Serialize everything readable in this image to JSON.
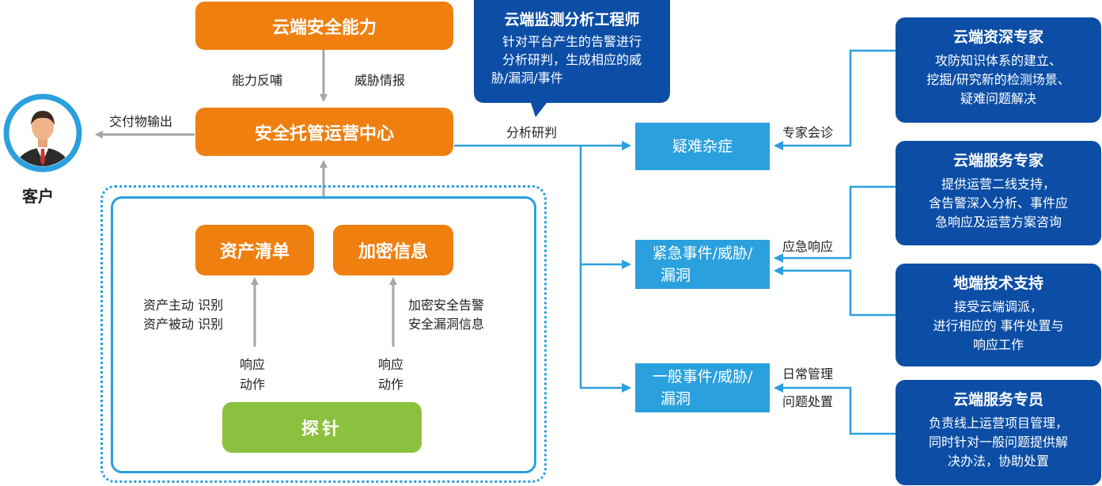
{
  "customer": {
    "label": "客户"
  },
  "top": {
    "capability": "云端安全能力",
    "soc": "安全托管运营中心",
    "feedback": "能力反哺",
    "intel": "威胁情报",
    "delivery": "交付物输出",
    "analysis": "分析研判"
  },
  "probe_area": {
    "asset_list": "资产清单",
    "crypto_info": "加密信息",
    "probe": "探针",
    "asset_id_1": "资产主动 识别",
    "asset_id_2": "资产被动 识别",
    "crypto_1": "加密安全告警",
    "crypto_2": "安全漏洞信息",
    "response_1": "响应",
    "response_2": "动作"
  },
  "engineer": {
    "title": "云端监测分析工程师",
    "desc": [
      "针对平台产生的告警进行",
      "分析研判，生成相应的威",
      "胁/漏洞/事件"
    ]
  },
  "categories": {
    "difficult": "疑难杂症",
    "emergency": [
      "紧急事件/威胁/",
      "漏洞"
    ],
    "general": [
      "一般事件/威胁/",
      "漏洞"
    ]
  },
  "routes": {
    "expert": "专家会诊",
    "emergency": "应急响应",
    "daily": "日常管理",
    "issue": "问题处置"
  },
  "roles": [
    {
      "title": "云端资深专家",
      "desc": [
        "攻防知识体系的建立、",
        "挖掘/研究新的检测场景、",
        "疑难问题解决"
      ]
    },
    {
      "title": "云端服务专家",
      "desc": [
        "提供运营二线支持，",
        "含告警深入分析、事件应",
        "急响应及运营方案咨询"
      ]
    },
    {
      "title": "地端技术支持",
      "desc": [
        "接受云端调派，",
        "进行相应的 事件处置与",
        "响应工作"
      ]
    },
    {
      "title": "云端服务专员",
      "desc": [
        "负责线上运营项目管理，",
        "同时针对一般问题提供解",
        "决办法，协助处置"
      ]
    }
  ],
  "colors": {
    "orange": "#ef7f0f",
    "green": "#8cc13f",
    "blue": "#2aa0de",
    "navy": "#0c4ea6",
    "arrow_gray": "#a6a6a6"
  }
}
